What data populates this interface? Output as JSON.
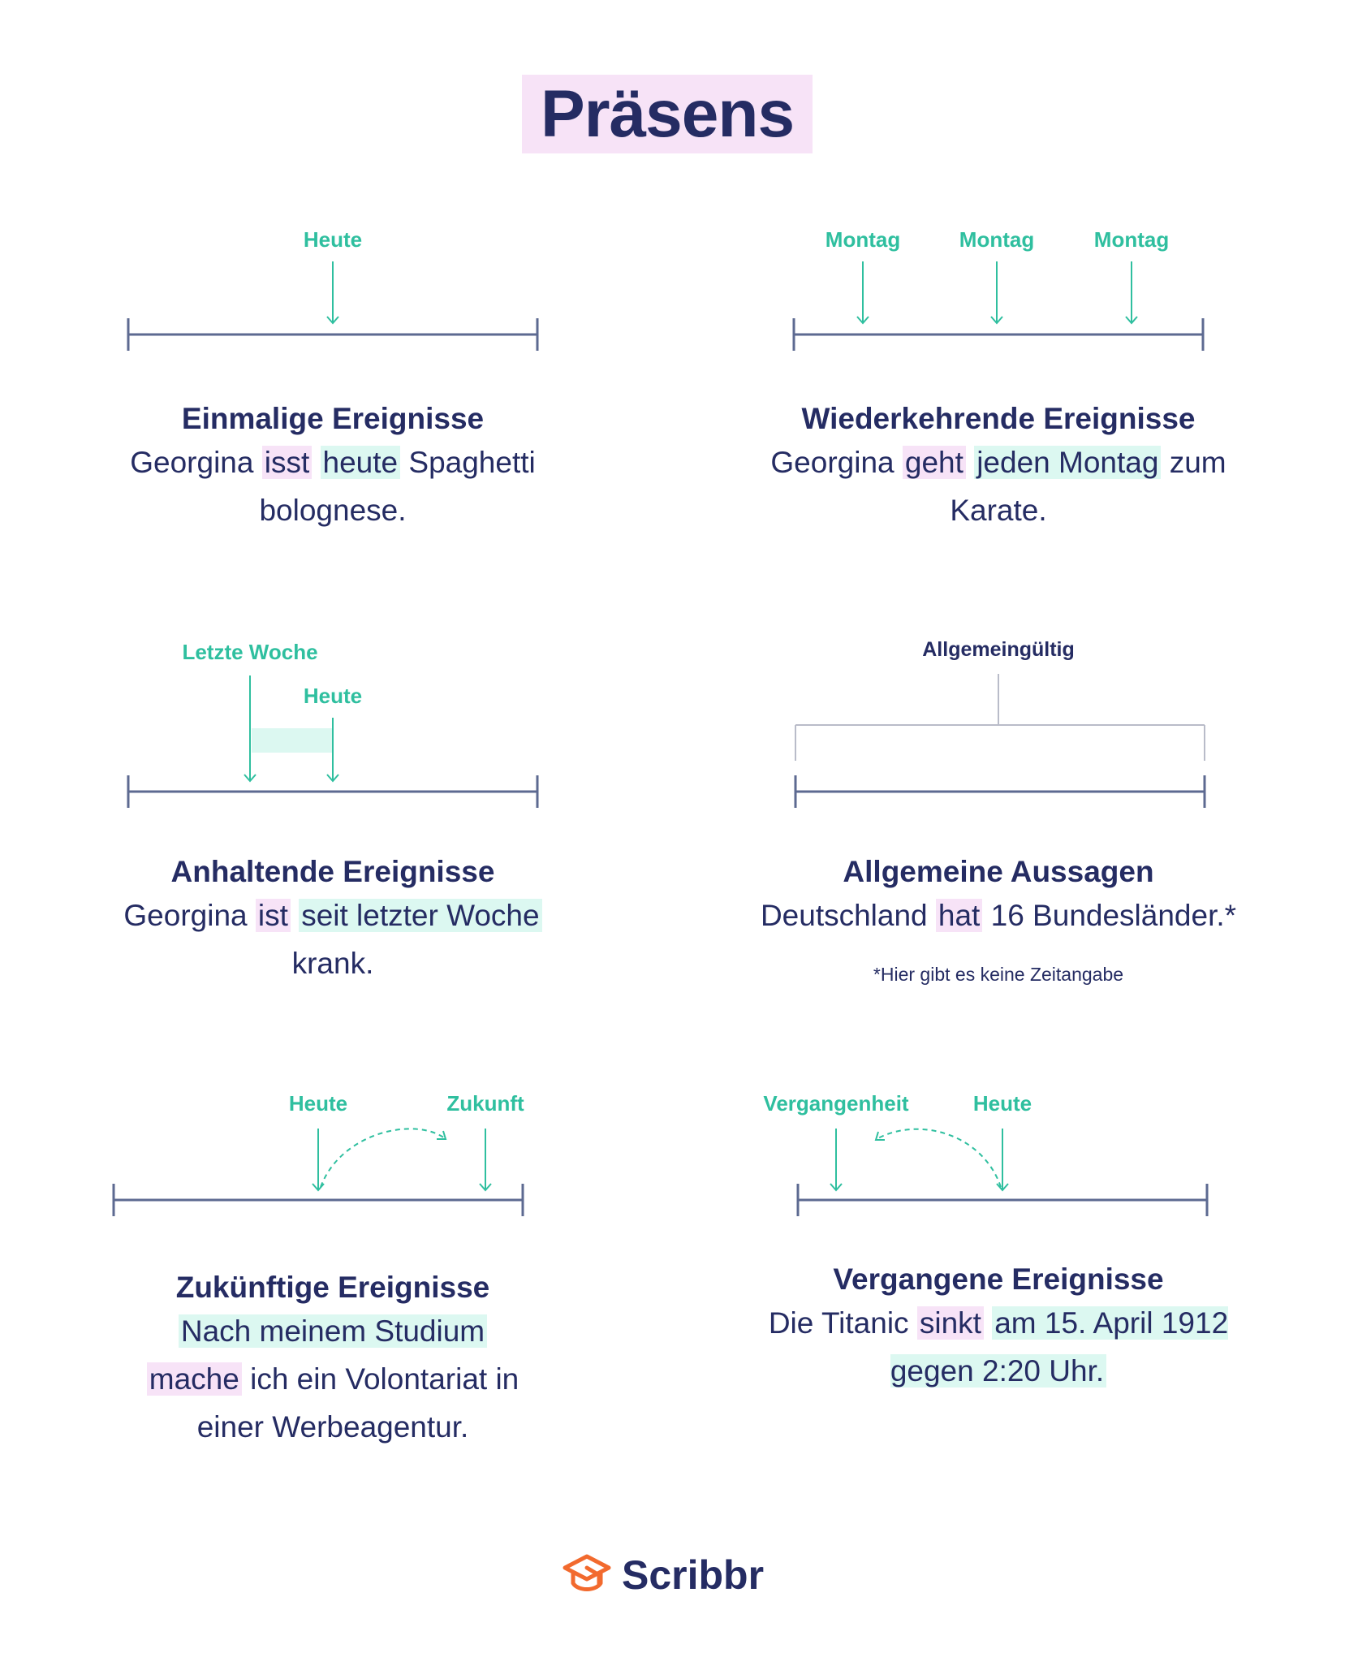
{
  "title": "Präsens",
  "colors": {
    "navy": "#252c63",
    "teal": "#2fbf9f",
    "axis": "#5d6a91",
    "verb_highlight": "#f7e3f7",
    "time_highlight": "#dcf8f1",
    "logo_orange": "#f26a2e"
  },
  "panels": {
    "einmalig": {
      "labels": [
        "Heute"
      ],
      "heading": "Einmalige Ereignisse",
      "s1": "Georgina ",
      "verb": "isst",
      "s2": " ",
      "time": "heute",
      "s3": " Spaghetti bolognese."
    },
    "wiederkehrend": {
      "labels": [
        "Montag",
        "Montag",
        "Montag"
      ],
      "heading": "Wiederkehrende Ereignisse",
      "s1": "Georgina ",
      "verb": "geht",
      "s2": " ",
      "time": "jeden Montag",
      "s3": " zum Karate."
    },
    "anhaltend": {
      "labels": [
        "Letzte Woche",
        "Heute"
      ],
      "heading": "Anhaltende Ereignisse",
      "s1": "Georgina ",
      "verb": "ist",
      "s2": " ",
      "time": "seit letzter Woche",
      "s3": " krank."
    },
    "allgemein": {
      "label": "Allgemeingültig",
      "heading": "Allgemeine Aussagen",
      "s1": "Deutschland ",
      "verb": "hat",
      "s2": " 16 Bundesländer.*",
      "footnote": "*Hier gibt es keine Zeitangabe"
    },
    "zukuenftig": {
      "labels": [
        "Heute",
        "Zukunft"
      ],
      "heading": "Zukünftige Ereignisse",
      "time": "Nach meinem Studium",
      "s1": " ",
      "verb": "mache",
      "s2": " ich ein Volontariat in einer Werbeagentur."
    },
    "vergangen": {
      "labels": [
        "Vergangenheit",
        "Heute"
      ],
      "heading": "Vergangene Ereignisse",
      "s1": "Die Titanic ",
      "verb": "sinkt",
      "s2": " ",
      "time": "am 15. April 1912 gegen 2:20 Uhr."
    }
  },
  "logo": {
    "text": "Scribbr",
    "icon": "graduation-cap-icon"
  }
}
